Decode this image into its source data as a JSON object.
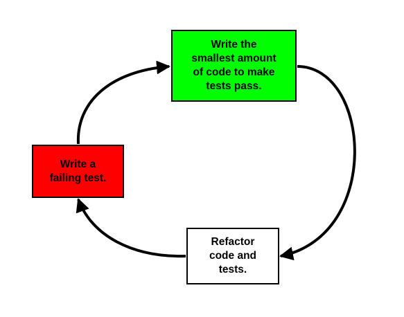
{
  "diagram": {
    "nodes": {
      "write_failing_test": {
        "lines": [
          "Write a",
          "failing test."
        ],
        "fill": "#ff0000"
      },
      "make_tests_pass": {
        "lines": [
          "Write the",
          "smallest amount",
          "of code to make",
          "tests pass."
        ],
        "fill": "#00ff00"
      },
      "refactor": {
        "lines": [
          "Refactor",
          "code and",
          "tests."
        ],
        "fill": "#ffffff"
      }
    },
    "edges": [
      {
        "from": "write_failing_test",
        "to": "make_tests_pass"
      },
      {
        "from": "make_tests_pass",
        "to": "refactor"
      },
      {
        "from": "refactor",
        "to": "write_failing_test"
      }
    ],
    "stroke_color": "#000000"
  }
}
